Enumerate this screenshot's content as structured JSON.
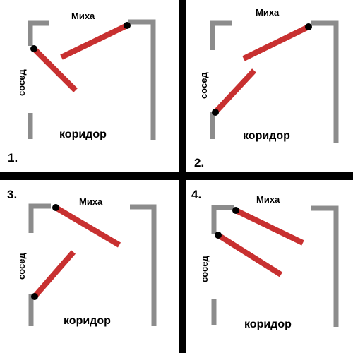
{
  "colors": {
    "background": "#ffffff",
    "divider": "#000000",
    "wall": "#8c8c8c",
    "door": "#c83030",
    "hinge": "#000000",
    "text": "#000000"
  },
  "panels": [
    {
      "number": "1.",
      "top_label": "Миха",
      "side_label": "сосед",
      "bottom_label": "коридор"
    },
    {
      "number": "2.",
      "top_label": "Миха",
      "side_label": "сосед",
      "bottom_label": "коридор"
    },
    {
      "number": "3.",
      "top_label": "Миха",
      "side_label": "сосед",
      "bottom_label": "коридор"
    },
    {
      "number": "4.",
      "top_label": "Миха",
      "side_label": "сосед",
      "bottom_label": "коридор"
    }
  ]
}
